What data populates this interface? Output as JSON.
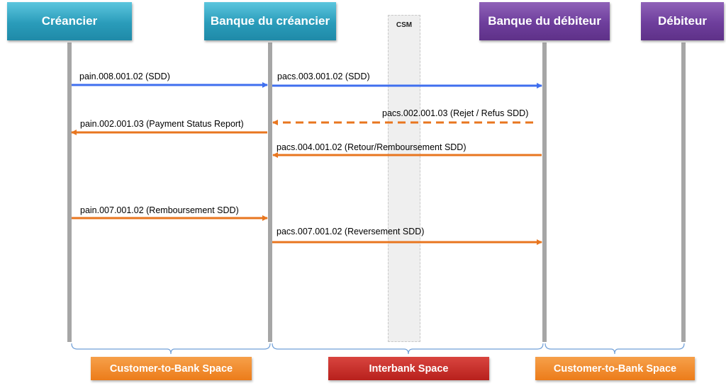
{
  "actors": {
    "creancier": "Créancier",
    "banque_creancier": "Banque du créancier",
    "banque_debiteur": "Banque du débiteur",
    "debiteur": "Débiteur"
  },
  "csm": {
    "label": "CSM"
  },
  "messages": [
    {
      "label": "pain.008.001.02 (SDD)",
      "from": "creancier",
      "to": "banque_creancier",
      "style": "solid",
      "color": "#3f6fef"
    },
    {
      "label": "pacs.003.001.02 (SDD)",
      "from": "banque_creancier",
      "to": "banque_debiteur",
      "style": "solid",
      "color": "#3f6fef"
    },
    {
      "label": "pacs.002.001.03 (Rejet / Refus SDD)",
      "from": "banque_debiteur",
      "to": "banque_creancier",
      "style": "dashed",
      "color": "#e8761f"
    },
    {
      "label": "pain.002.001.03 (Payment Status Report)",
      "from": "banque_creancier",
      "to": "creancier",
      "style": "solid",
      "color": "#e8761f"
    },
    {
      "label": "pacs.004.001.02 (Retour/Remboursement SDD)",
      "from": "banque_debiteur",
      "to": "banque_creancier",
      "style": "solid",
      "color": "#e8761f"
    },
    {
      "label": "pain.007.001.02 (Remboursement SDD)",
      "from": "creancier",
      "to": "banque_creancier",
      "style": "solid",
      "color": "#e8761f"
    },
    {
      "label": "pacs.007.001.02 (Reversement SDD)",
      "from": "banque_creancier",
      "to": "banque_debiteur",
      "style": "solid",
      "color": "#e8761f"
    }
  ],
  "spaces": {
    "customer_to_bank_left": "Customer-to-Bank Space",
    "interbank": "Interbank Space",
    "customer_to_bank_right": "Customer-to-Bank Space"
  },
  "colors": {
    "teal": "#2a9cba",
    "purple": "#6e3e9c",
    "blue_arrow": "#3f6fef",
    "orange_arrow": "#e8761f",
    "orange_space": "#ec7c1a",
    "red_space": "#b8201c",
    "lifeline": "#a6a6a6",
    "brace": "#6f9fd8"
  }
}
